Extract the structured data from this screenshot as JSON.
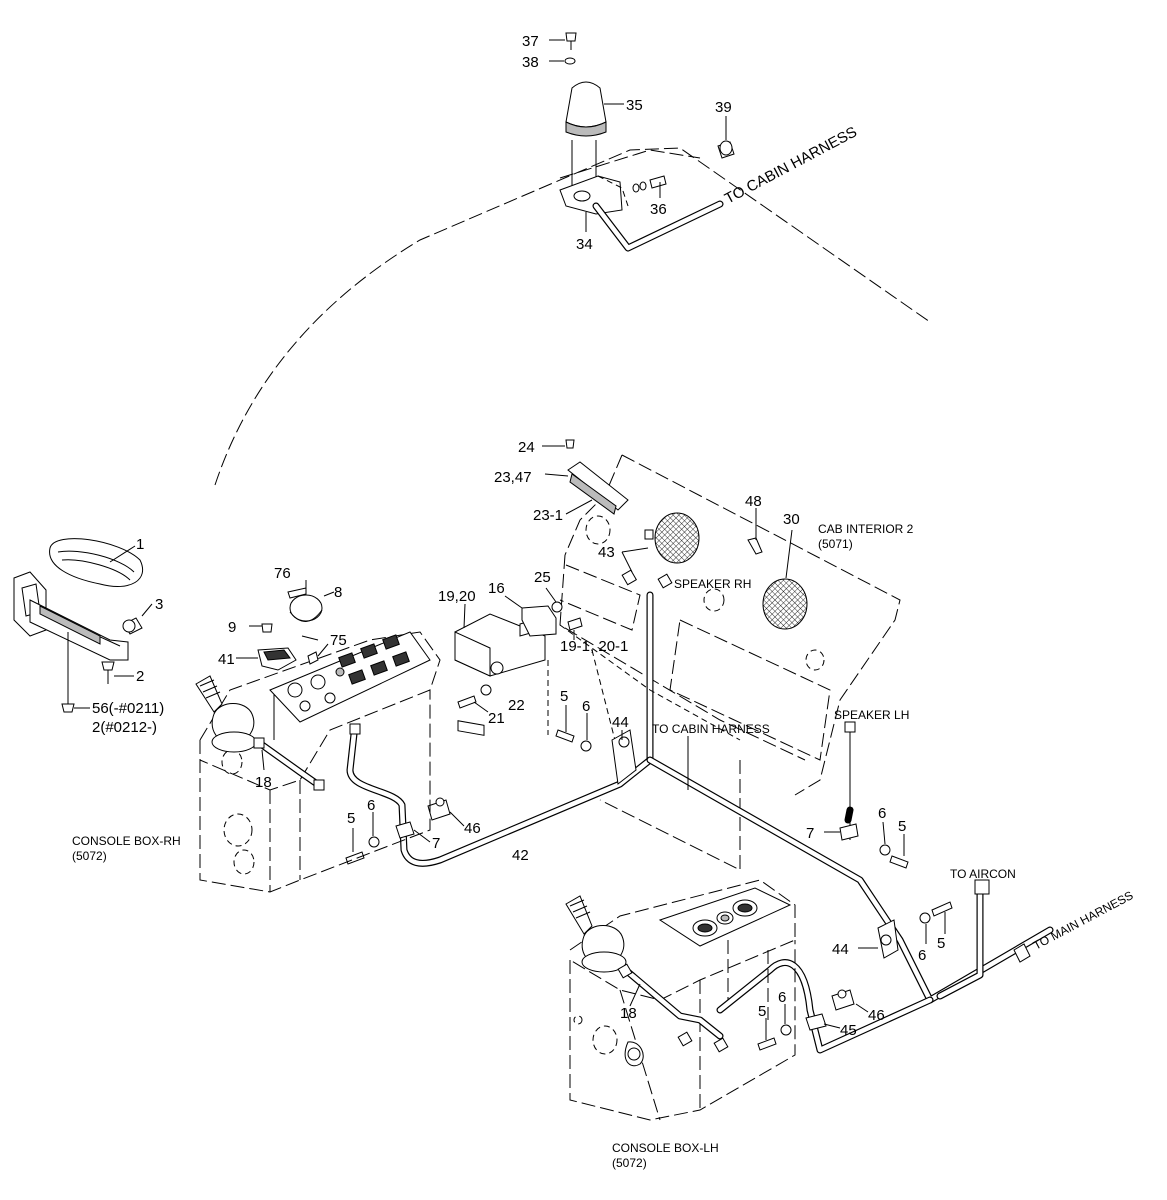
{
  "callouts": {
    "c1": "1",
    "c2": "2",
    "c3": "3",
    "c5a": "5",
    "c5b": "5",
    "c5c": "5",
    "c5d": "5",
    "c5e": "5",
    "c6a": "6",
    "c6b": "6",
    "c6c": "6",
    "c6d": "6",
    "c6e": "6",
    "c7a": "7",
    "c7b": "7",
    "c8": "8",
    "c9": "9",
    "c16": "16",
    "c18a": "18",
    "c18b": "18",
    "c1920": "19,20",
    "c19120": "19-1, 20-1",
    "c21": "21",
    "c22": "22",
    "c24": "24",
    "c2347": "23,47",
    "c231": "23-1",
    "c25": "25",
    "c30": "30",
    "c34": "34",
    "c35": "35",
    "c36": "36",
    "c37": "37",
    "c38": "38",
    "c39": "39",
    "c41": "41",
    "c42": "42",
    "c43": "43",
    "c44a": "44",
    "c44b": "44",
    "c45": "45",
    "c46a": "46",
    "c46b": "46",
    "c48": "48",
    "c75": "75",
    "c76": "76",
    "c56a": "56(-#0211)",
    "c56b": "2(#0212-)"
  },
  "labels": {
    "to_cabin_top": "TO CABIN HARNESS",
    "to_cabin_mid": "TO CABIN HARNESS",
    "speaker_rh": "SPEAKER RH",
    "speaker_lh": "SPEAKER LH",
    "cab_interior": "CAB INTERIOR 2",
    "cab_interior_ref": "(5071)",
    "console_rh": "CONSOLE BOX-RH",
    "console_rh_ref": "(5072)",
    "console_lh": "CONSOLE BOX-LH",
    "console_lh_ref": "(5072)",
    "to_aircon": "TO AIRCON",
    "to_main": "TO MAIN HARNESS"
  }
}
